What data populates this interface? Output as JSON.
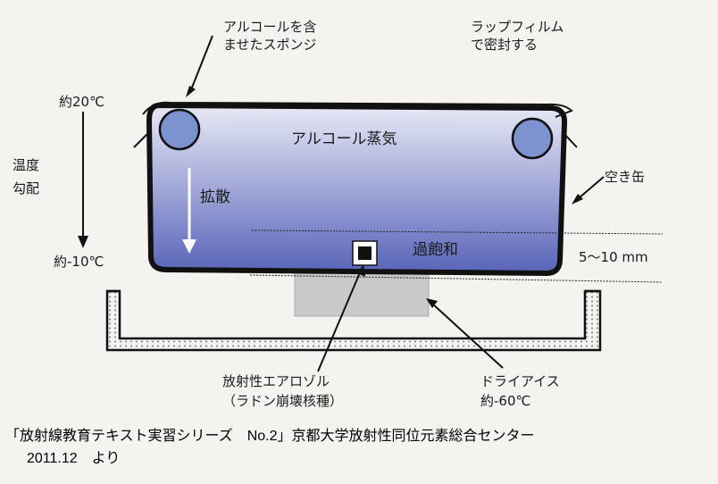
{
  "labels": {
    "sponge": "アルコールを含\nませたスポンジ",
    "wrap": "ラップフィルム\nで密封する",
    "temp_top": "約20℃",
    "gradient": "温度\n勾配",
    "temp_bottom": "約-10℃",
    "vapor": "アルコール蒸気",
    "diffusion": "拡散",
    "can": "空き缶",
    "supersaturated": "過飽和",
    "thickness": "5〜10 mm",
    "aerosol": "放射性エアロゾル\n（ラドン崩壊核種）",
    "dry_ice": "ドライアイス\n約-60℃"
  },
  "caption": {
    "line1": "「放射線教育テキスト実習シリーズ　No.2」京都大学放射性同位元素総合センター",
    "line2": "2011.12　より"
  },
  "colors": {
    "chamber_top": "#e8e9f6",
    "chamber_bottom": "#5864b8",
    "sponge": "#7d93cf",
    "dry_ice": "#c9c9c9",
    "tray_dots": "#7a7a7a"
  }
}
